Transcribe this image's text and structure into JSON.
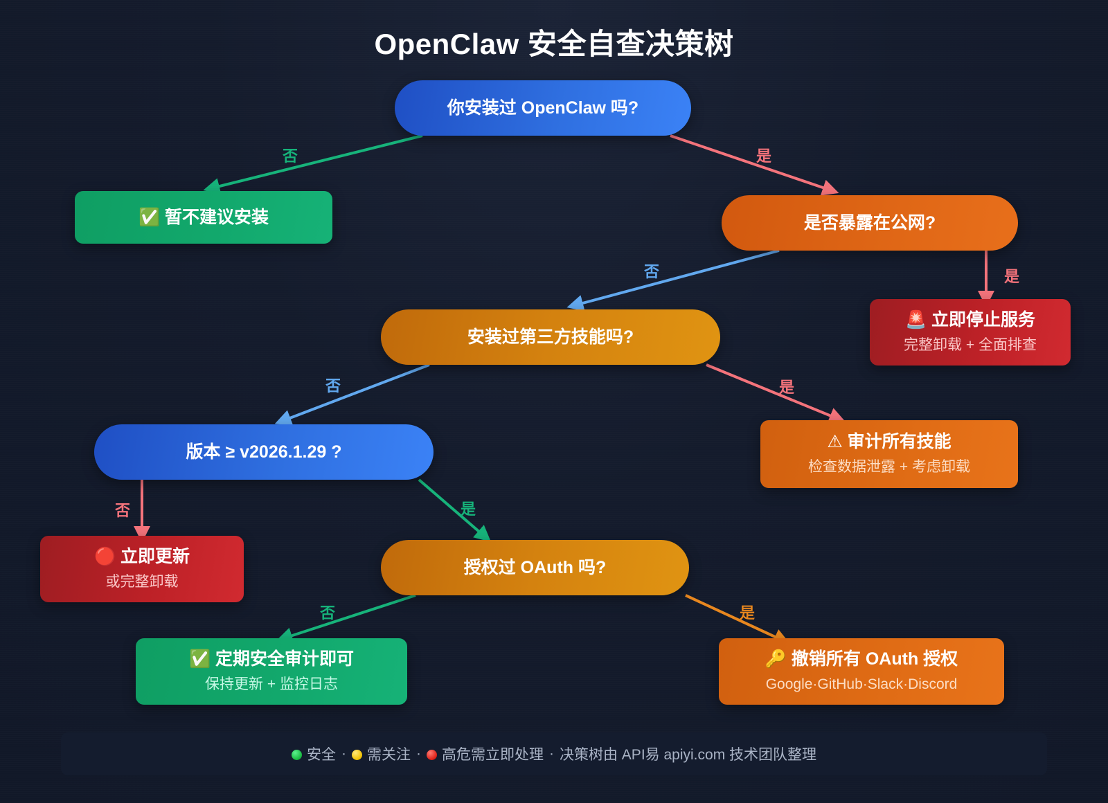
{
  "title": "OpenClaw 安全自查决策树",
  "nodes": {
    "root": {
      "label": "你安装过 OpenClaw 吗?"
    },
    "no_install": {
      "label": "✅ 暂不建议安装",
      "icon": "check-mark-button"
    },
    "public_net": {
      "label": "是否暴露在公网?"
    },
    "stop_service": {
      "label": "🚨 立即停止服务",
      "sub": "完整卸载 + 全面排查",
      "icon": "police-car-light"
    },
    "third_party": {
      "label": "安装过第三方技能吗?"
    },
    "audit_skills": {
      "label": "⚠ 审计所有技能",
      "sub": "检查数据泄露 + 考虑卸载",
      "icon": "warning-sign"
    },
    "version": {
      "label": "版本 ≥ v2026.1.29 ?"
    },
    "update_now": {
      "label": "🔴 立即更新",
      "sub": "或完整卸载",
      "icon": "red-circle"
    },
    "oauth": {
      "label": "授权过 OAuth 吗?"
    },
    "periodic": {
      "label": "✅ 定期安全审计即可",
      "sub": "保持更新 + 监控日志",
      "icon": "check-mark-button"
    },
    "revoke": {
      "label": "🔑 撤销所有 OAuth 授权",
      "sub": "Google·GitHub·Slack·Discord",
      "icon": "key"
    }
  },
  "edges": [
    {
      "id": "root-no",
      "label": "否",
      "color": "#16b37a"
    },
    {
      "id": "root-yes",
      "label": "是",
      "color": "#f4737b"
    },
    {
      "id": "public-no",
      "label": "否",
      "color": "#61a8ef"
    },
    {
      "id": "public-yes",
      "label": "是",
      "color": "#f4737b"
    },
    {
      "id": "third-no",
      "label": "否",
      "color": "#61a8ef"
    },
    {
      "id": "third-yes",
      "label": "是",
      "color": "#f4737b"
    },
    {
      "id": "version-no",
      "label": "否",
      "color": "#f4737b"
    },
    {
      "id": "version-yes",
      "label": "是",
      "color": "#16b37a"
    },
    {
      "id": "oauth-no",
      "label": "否",
      "color": "#16b37a"
    },
    {
      "id": "oauth-yes",
      "label": "是",
      "color": "#e8871e"
    }
  ],
  "footer": {
    "safe": "安全",
    "watch": "需关注",
    "critical": "高危需立即处理",
    "credit": "决策树由 API易 apiyi.com 技术团队整理",
    "sep": "·",
    "colors": {
      "safe": "#17b83f",
      "watch": "#f0c000",
      "critical": "#dd1f16"
    }
  },
  "chart_data": {
    "type": "diagram-tree",
    "title": "OpenClaw 安全自查决策树",
    "tree": [
      {
        "from": "你安装过 OpenClaw 吗?",
        "answer": "否",
        "to": "✅ 暂不建议安装"
      },
      {
        "from": "你安装过 OpenClaw 吗?",
        "answer": "是",
        "to": "是否暴露在公网?"
      },
      {
        "from": "是否暴露在公网?",
        "answer": "是",
        "to": "🚨 立即停止服务"
      },
      {
        "from": "是否暴露在公网?",
        "answer": "否",
        "to": "安装过第三方技能吗?"
      },
      {
        "from": "安装过第三方技能吗?",
        "answer": "是",
        "to": "⚠ 审计所有技能"
      },
      {
        "from": "安装过第三方技能吗?",
        "answer": "否",
        "to": "版本 ≥ v2026.1.29 ?"
      },
      {
        "from": "版本 ≥ v2026.1.29 ?",
        "answer": "否",
        "to": "🔴 立即更新"
      },
      {
        "from": "版本 ≥ v2026.1.29 ?",
        "answer": "是",
        "to": "授权过 OAuth 吗?"
      },
      {
        "from": "授权过 OAuth 吗?",
        "answer": "否",
        "to": "✅ 定期安全审计即可"
      },
      {
        "from": "授权过 OAuth 吗?",
        "answer": "是",
        "to": "🔑 撤销所有 OAuth 授权"
      }
    ]
  }
}
